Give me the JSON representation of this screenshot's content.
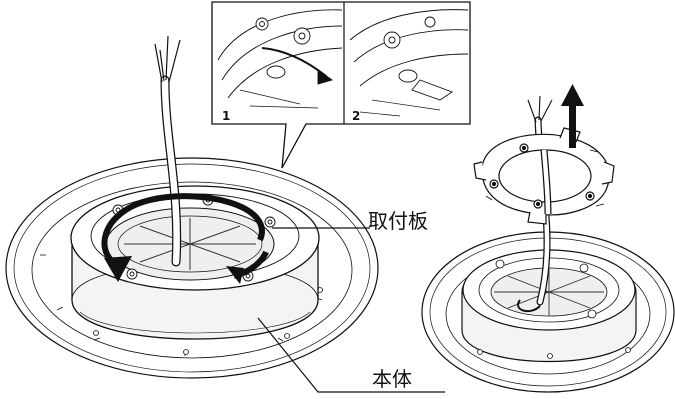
{
  "diagram": {
    "labels": {
      "mounting_plate": "取付板",
      "main_body": "本体"
    },
    "inset": {
      "step1": "1",
      "step2": "2"
    }
  }
}
